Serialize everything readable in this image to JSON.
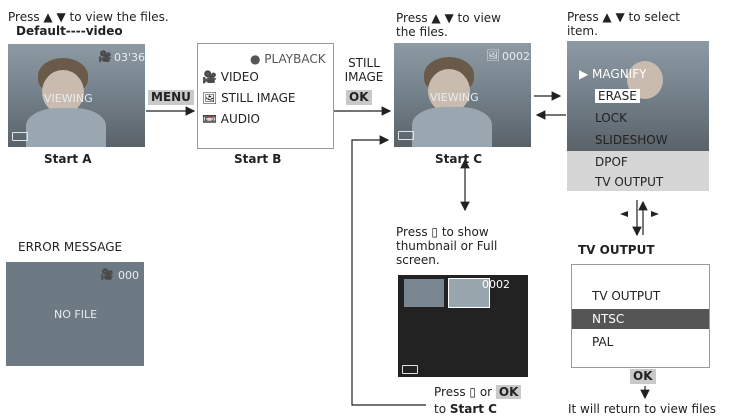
{
  "top": {
    "instr_a": "Press ▲ ▼ to view the files.",
    "default_video": "Default----video",
    "instr_c": "Press ▲ ▼ to view the files.",
    "instr_select": "Press ▲ ▼ to select item."
  },
  "screen_a": {
    "counter": "03'36\"",
    "viewing": "VIEWING",
    "caption": "Start A"
  },
  "menu_key": "MENU",
  "screen_b": {
    "playback": "PLAYBACK",
    "items": [
      "VIDEO",
      "STILL IMAGE",
      "AUDIO"
    ],
    "caption": "Start B"
  },
  "still_image_label": "STILL IMAGE",
  "ok_key": "OK",
  "screen_c": {
    "counter": "0002",
    "viewing": "VIEWING",
    "caption": "Start C"
  },
  "menu_panel": {
    "items": [
      "MAGNIFY",
      "ERASE",
      "LOCK",
      "SLIDESHOW",
      "DPOF",
      "TV OUTPUT"
    ]
  },
  "tv_output": {
    "heading": "TV OUTPUT",
    "items": [
      "TV OUTPUT",
      "NTSC",
      "PAL"
    ],
    "ok": "OK",
    "return_text": "It will return to view files"
  },
  "error": {
    "heading": "ERROR MESSAGE",
    "counter": "000",
    "message": "NO FILE"
  },
  "thumbnail": {
    "instr": "Press ▯ to show thumbnail or Full screen.",
    "counter": "0002",
    "back_instr_prefix": "Press ▯ or",
    "back_ok": "OK",
    "back_to": "to",
    "back_target": "Start C"
  }
}
